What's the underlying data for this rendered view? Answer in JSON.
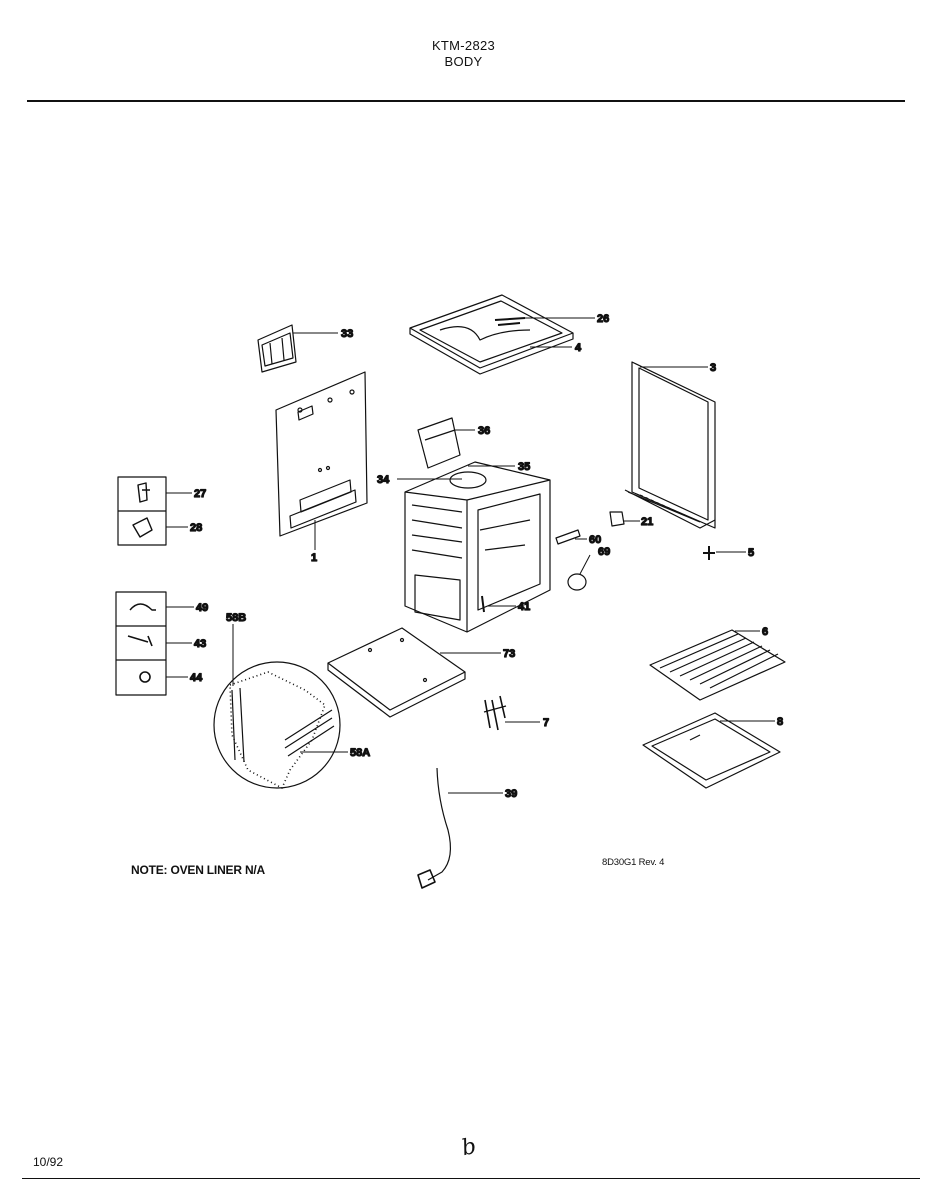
{
  "header": {
    "model": "KTM-2823",
    "section": "BODY"
  },
  "note": "NOTE: OVEN LINER N/A",
  "reference": "8D30G1 Rev. 4",
  "date": "10/92",
  "handwritten_mark": "b",
  "callouts": {
    "p33": "33",
    "p26": "26",
    "p4": "4",
    "p3": "3",
    "p36": "36",
    "p35": "35",
    "p34": "34",
    "p27": "27",
    "p28": "28",
    "p1": "1",
    "p21": "21",
    "p60": "60",
    "p69": "69",
    "p5": "5",
    "p41": "41",
    "p49": "49",
    "p58b": "58B",
    "p43": "43",
    "p6": "6",
    "p73": "73",
    "p44": "44",
    "p7": "7",
    "p8": "8",
    "p58a": "58A",
    "p39": "39"
  }
}
